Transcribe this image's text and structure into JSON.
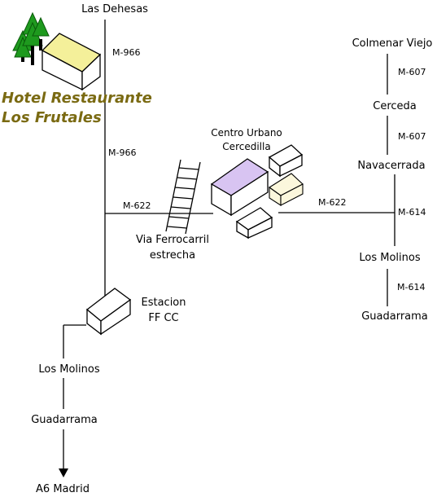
{
  "hotel": {
    "line1": "Hotel Restaurante",
    "line2": "Los Frutales"
  },
  "places": {
    "las_dehesas": "Las Dehesas",
    "centro_urbano_line1": "Centro Urbano",
    "centro_urbano_line2": "Cercedilla",
    "railway_line1": "Via Ferrocarril",
    "railway_line2": "estrecha",
    "estacion_line1": "Estacion",
    "estacion_line2": "FF CC",
    "left_los_molinos": "Los Molinos",
    "left_guadarrama": "Guadarrama",
    "a6_madrid": "A6 Madrid",
    "colmenar_viejo": "Colmenar Viejo",
    "cerceda": "Cerceda",
    "navacerrada": "Navacerrada",
    "right_los_molinos": "Los Molinos",
    "right_guadarrama": "Guadarrama"
  },
  "roads": {
    "m966_top": "M-966",
    "m966_mid": "M-966",
    "m622_left": "M-622",
    "m622_right": "M-622",
    "m607_top": "M-607",
    "m607_mid": "M-607",
    "m614_top": "M-614",
    "m614_bottom": "M-614"
  },
  "colors": {
    "hotel_text": "#7a6a12",
    "hotel_roof": "#f4f09a",
    "centro_roof": "#d8c4f2",
    "small_house_fill": "#fbf7dc",
    "tree_green": "#1e9a1e"
  },
  "icons": [
    "hotel-house-icon",
    "tree-icon",
    "house-icon",
    "railway-track-icon",
    "arrow-down-icon"
  ]
}
